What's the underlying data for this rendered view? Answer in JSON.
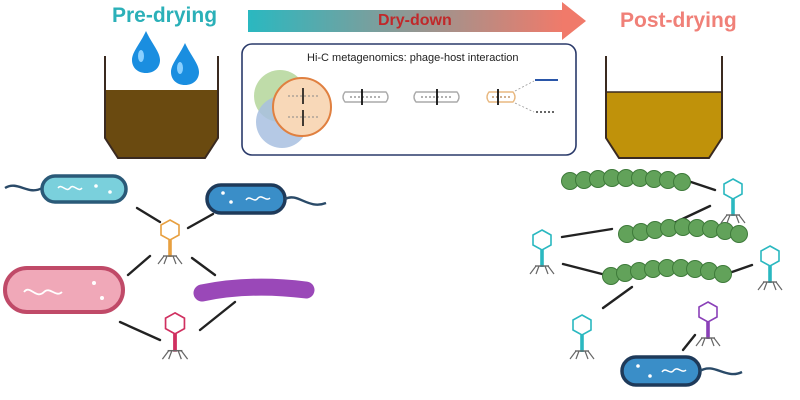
{
  "labels": {
    "pre_drying": "Pre-drying",
    "post_drying": "Post-drying",
    "arrow": "Dry-down",
    "box_title": "Hi-C metagenomics: phage-host interaction"
  },
  "colors": {
    "pre_text": "#2bb0b8",
    "post_text": "#f08078",
    "arrow_text": "#c0282a",
    "arrow_start": "#2ab8c0",
    "arrow_end": "#f07a6a",
    "soil_wet": "#6a4a10",
    "soil_dry": "#c0920a",
    "drop": "#1a8ee0",
    "bacteria_teal": "#7ad0dc",
    "bacteria_blue": "#3a8ec8",
    "bacteria_pink": "#f0a8b8",
    "bacteria_purple": "#9a48b8",
    "streptococcus": "#62a25a",
    "box_border": "#2a3a6a",
    "circle_green": "#b8d8a0",
    "circle_blue": "#a8c0e0",
    "circle_orange": "#f8d8b8"
  },
  "icons": {
    "drop": "water-drop-icon",
    "bacteriophage": "bacteriophage-icon"
  }
}
